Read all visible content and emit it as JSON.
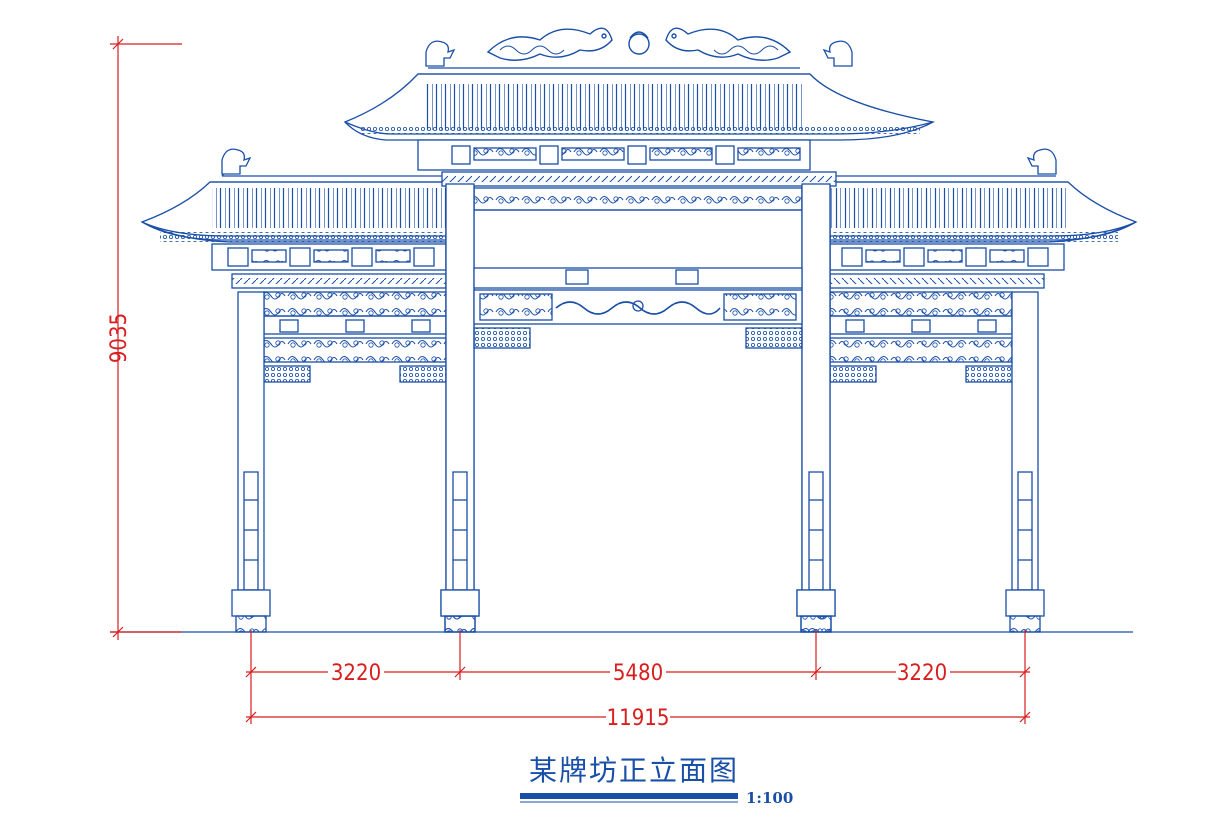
{
  "drawing": {
    "title": "某牌坊正立面图",
    "scale": "1:100",
    "colors": {
      "structure": "#1a4fa8",
      "dimension": "#d81e1e",
      "title": "#1a4fa8"
    }
  },
  "dimensions": {
    "height": "9035",
    "spans": [
      "3220",
      "5480",
      "3220"
    ],
    "total": "11915"
  },
  "ornaments": {
    "ridge": "dragon-pair-icon",
    "ridge_end": "chiwen-icon",
    "beam_panel": "cloud-scroll-icon"
  }
}
